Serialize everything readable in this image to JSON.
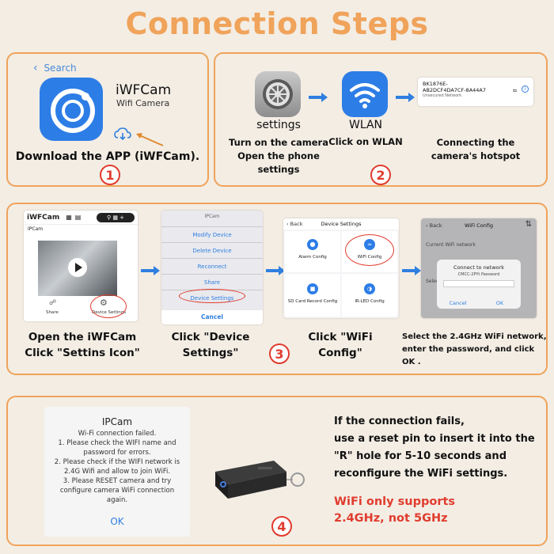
{
  "title": "Connection Steps",
  "step1": {
    "search": "Search",
    "app_name": "iWFCam",
    "app_sub": "Wifi Camera",
    "caption": "Download the APP (iWFCam).",
    "num": "1"
  },
  "step2": {
    "settings_label": "settings",
    "wlan_label": "WLAN",
    "network_line1": "BK1876E-",
    "network_line2": "AB2DCF4DA7CF-8A44A7",
    "network_line3": "Unsecured Network",
    "cap1": "Turn on the camera\nOpen the phone settings",
    "cap2": "Click on WLAN",
    "cap3": "Connecting the\ncamera's hotspot",
    "num": "2"
  },
  "step3": {
    "app_title": "iWFCam",
    "device_name": "IPCam",
    "share": "Share",
    "device_settings": "Device Settings",
    "menu_title": "IPCam",
    "menu_items": [
      "Modify Device",
      "Delete Device",
      "Reconnect",
      "Share",
      "Device Settings"
    ],
    "menu_cancel": "Cancel",
    "ds_back": "Back",
    "ds_title": "Device Settings",
    "ds_items": [
      "Alarm Config",
      "WiFi Config",
      "SD Card Record Config",
      "IR-LED Config"
    ],
    "wc_back": "Back",
    "wc_title": "WiFi Config",
    "wc_current": "Current WiFi network",
    "wc_select": "Selec",
    "wc_dialog_title": "Connect to network",
    "wc_dialog_sub": "CMCC-2PYt Password",
    "wc_cancel": "Cancel",
    "wc_ok": "OK",
    "cap1": "Open the iWFCam\nClick \"Settins Icon\"",
    "cap2": "Click \"Device\nSettings\"",
    "cap3": "Click \"WiFi\nConfig\"",
    "cap4": "Select the 2.4GHz WiFi network,\nenter the password, and click OK .",
    "num": "3"
  },
  "step4": {
    "dialog_title": "IPCam",
    "dialog_text": "Wi-Fi connection failed.\n1. Please check the WIFI name and password for errors.\n2. Please check if the WIFI network is 2.4G Wifi and allow to join WiFi.\n3. Please RESET camera and try configure camera WiFi connection again.",
    "dialog_ok": "OK",
    "note": "If the connection fails,\nuse a reset pin to insert it into the\n\"R\" hole for 5-10 seconds and\nreconfigure the WiFi settings.",
    "warning": "WiFi only supports\n2.4GHz, not 5GHz",
    "num": "4"
  },
  "colors": {
    "accent": "#f0a35a",
    "red": "#e03c2e",
    "blue": "#2f7fe0"
  }
}
